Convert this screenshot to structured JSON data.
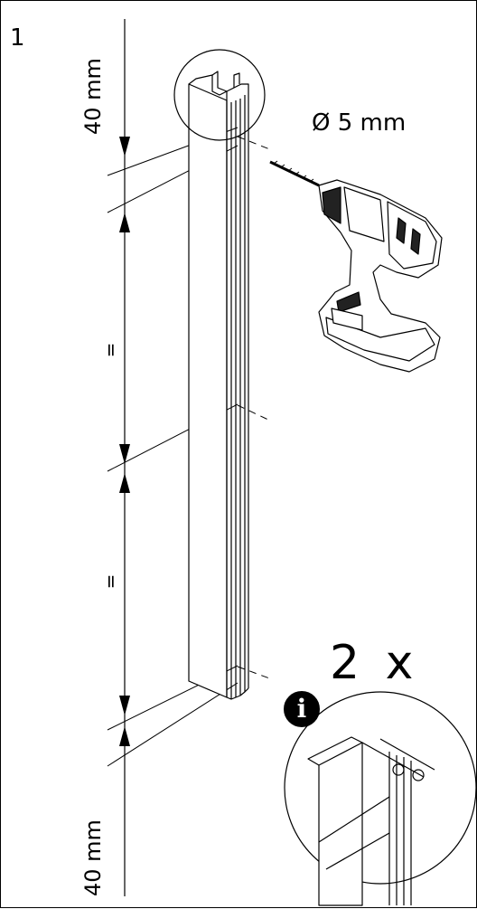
{
  "step": {
    "number": "1"
  },
  "dimensions": {
    "top_offset": "40 mm",
    "bottom_offset": "40 mm",
    "equal_mark_1": "=",
    "equal_mark_2": "="
  },
  "drill": {
    "diameter": "Ø 5 mm"
  },
  "quantity": {
    "label": "2 x"
  },
  "info": {
    "symbol": "i"
  },
  "icons": [
    "drill-icon",
    "info-icon",
    "profile-detail-icon"
  ]
}
